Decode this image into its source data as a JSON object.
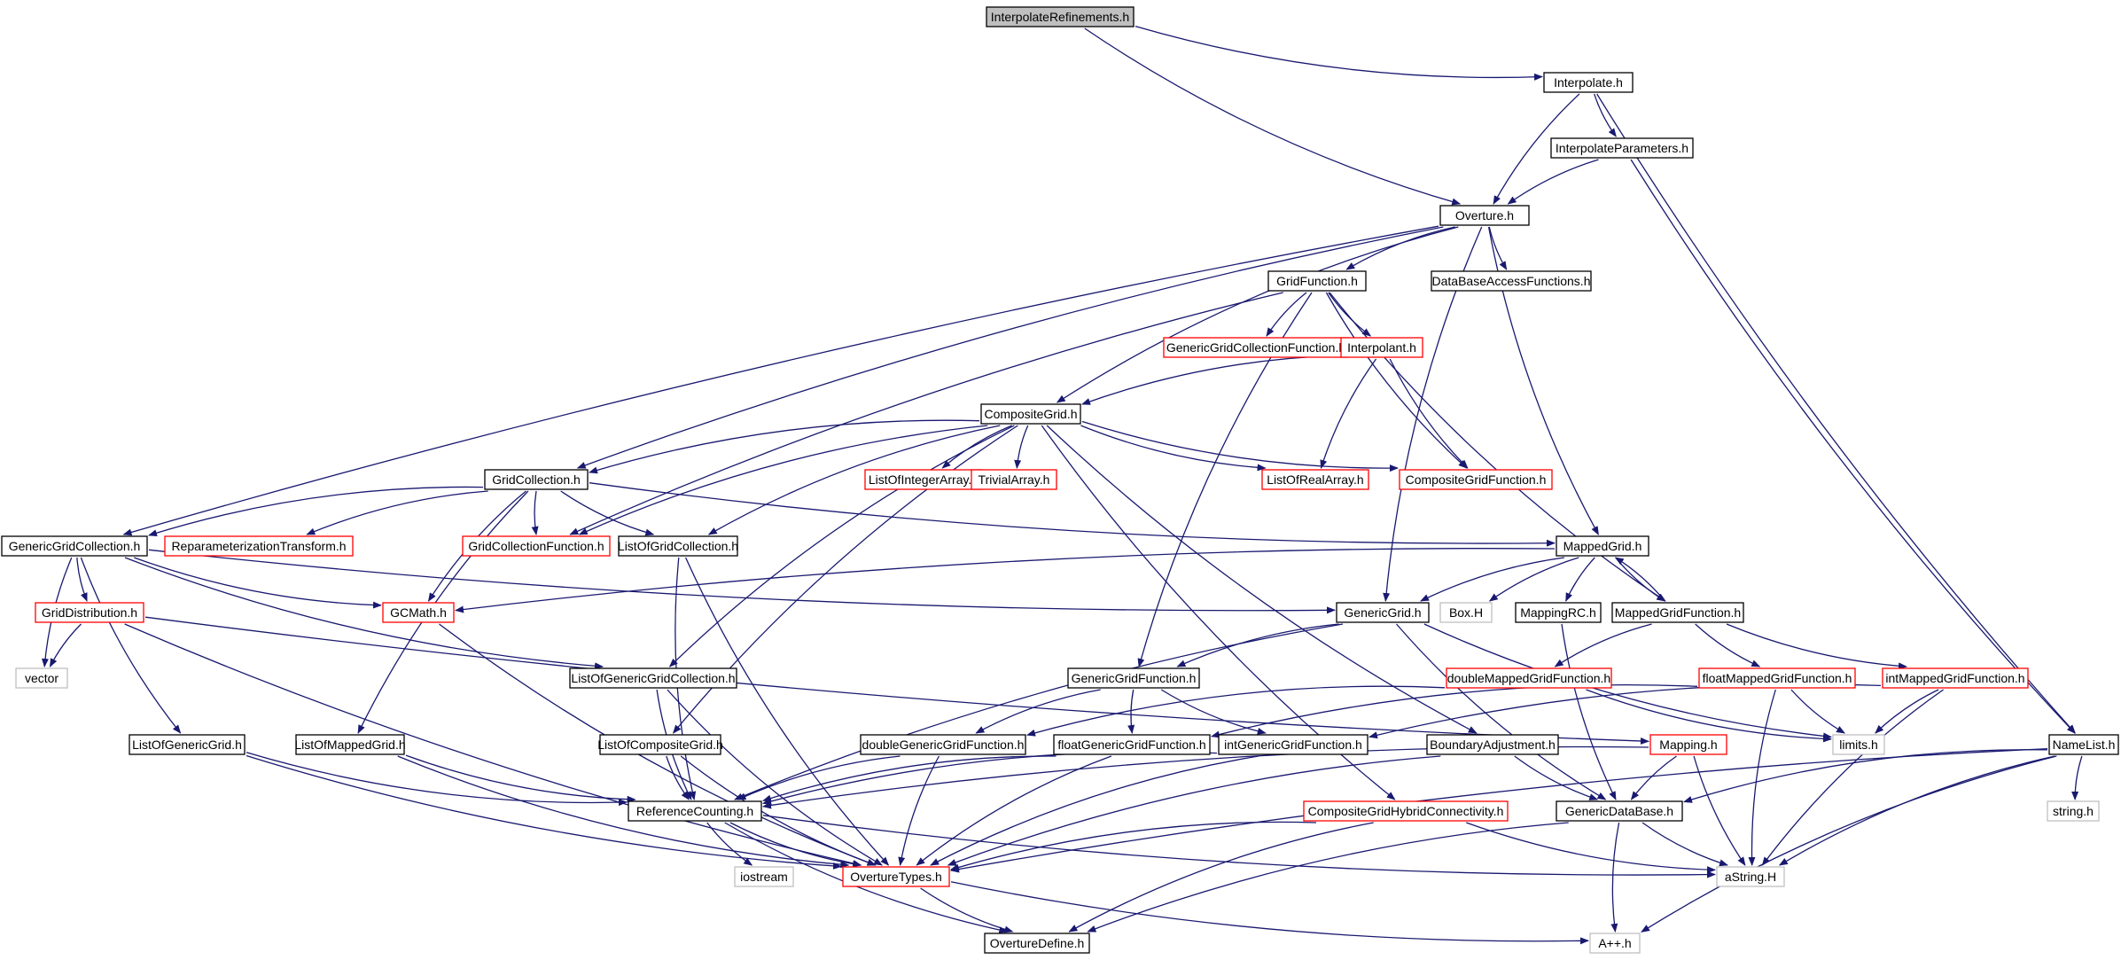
{
  "colors": {
    "edge": "#191970",
    "border_normal": "#000000",
    "border_truncated": "#ff0000",
    "border_external": "#bfbfbf",
    "fill_root": "#bfbfbf",
    "fill_normal": "#ffffff"
  },
  "nodes": {
    "interpolaterefinements": {
      "label": "InterpolateRefinements.h",
      "kind": "root"
    },
    "interpolate": {
      "label": "Interpolate.h",
      "kind": "normal"
    },
    "interpolateparameters": {
      "label": "InterpolateParameters.h",
      "kind": "normal"
    },
    "overture": {
      "label": "Overture.h",
      "kind": "normal"
    },
    "namelist": {
      "label": "NameList.h",
      "kind": "normal"
    },
    "gridfunction": {
      "label": "GridFunction.h",
      "kind": "normal"
    },
    "databaseaccess": {
      "label": "DataBaseAccessFunctions.h",
      "kind": "normal"
    },
    "genericgridcollectionfunction": {
      "label": "GenericGridCollectionFunction.h",
      "kind": "truncated"
    },
    "interpolant": {
      "label": "Interpolant.h",
      "kind": "truncated"
    },
    "compositegrid": {
      "label": "CompositeGrid.h",
      "kind": "normal"
    },
    "listofintegerarray": {
      "label": "ListOfIntegerArray.h",
      "kind": "truncated"
    },
    "trivialarray": {
      "label": "TrivialArray.h",
      "kind": "truncated"
    },
    "listofrealarray": {
      "label": "ListOfRealArray.h",
      "kind": "truncated"
    },
    "compositegridfunction": {
      "label": "CompositeGridFunction.h",
      "kind": "truncated"
    },
    "gridcollection": {
      "label": "GridCollection.h",
      "kind": "normal"
    },
    "genericgridcollection": {
      "label": "GenericGridCollection.h",
      "kind": "normal"
    },
    "reparameterization": {
      "label": "ReparameterizationTransform.h",
      "kind": "truncated"
    },
    "gridcollectionfunction": {
      "label": "GridCollectionFunction.h",
      "kind": "truncated"
    },
    "listofgridcollection": {
      "label": "ListOfGridCollection.h",
      "kind": "normal"
    },
    "mappedgrid": {
      "label": "MappedGrid.h",
      "kind": "normal"
    },
    "griddistribution": {
      "label": "GridDistribution.h",
      "kind": "truncated"
    },
    "gcmath": {
      "label": "GCMath.h",
      "kind": "truncated"
    },
    "genericgrid": {
      "label": "GenericGrid.h",
      "kind": "normal"
    },
    "box": {
      "label": "Box.H",
      "kind": "external"
    },
    "mappingrc": {
      "label": "MappingRC.h",
      "kind": "normal"
    },
    "mappedgridfunction": {
      "label": "MappedGridFunction.h",
      "kind": "normal"
    },
    "vector": {
      "label": "vector",
      "kind": "external"
    },
    "listofgenericgridcollection": {
      "label": "ListOfGenericGridCollection.h",
      "kind": "normal"
    },
    "genericgridfunction": {
      "label": "GenericGridFunction.h",
      "kind": "normal"
    },
    "doublemappedgridfunction": {
      "label": "doubleMappedGridFunction.h",
      "kind": "truncated"
    },
    "floatmappedgridfunction": {
      "label": "floatMappedGridFunction.h",
      "kind": "truncated"
    },
    "intmappedgridfunction": {
      "label": "intMappedGridFunction.h",
      "kind": "truncated"
    },
    "listofgenericgrid": {
      "label": "ListOfGenericGrid.h",
      "kind": "normal"
    },
    "listofmappedgrid": {
      "label": "ListOfMappedGrid.h",
      "kind": "normal"
    },
    "listofcompositegrid": {
      "label": "ListOfCompositeGrid.h",
      "kind": "normal"
    },
    "doublegenericgridfunction": {
      "label": "doubleGenericGridFunction.h",
      "kind": "normal"
    },
    "floatgenericgridfunction": {
      "label": "floatGenericGridFunction.h",
      "kind": "normal"
    },
    "intgenericgridfunction": {
      "label": "intGenericGridFunction.h",
      "kind": "normal"
    },
    "boundaryadjustment": {
      "label": "BoundaryAdjustment.h",
      "kind": "normal"
    },
    "mapping": {
      "label": "Mapping.h",
      "kind": "truncated"
    },
    "limits": {
      "label": "limits.h",
      "kind": "external"
    },
    "referencecounting": {
      "label": "ReferenceCounting.h",
      "kind": "normal"
    },
    "compositegridhybrid": {
      "label": "CompositeGridHybridConnectivity.h",
      "kind": "truncated"
    },
    "genericdatabase": {
      "label": "GenericDataBase.h",
      "kind": "normal"
    },
    "string": {
      "label": "string.h",
      "kind": "external"
    },
    "iostream": {
      "label": "iostream",
      "kind": "external"
    },
    "overturetypes": {
      "label": "OvertureTypes.h",
      "kind": "truncated"
    },
    "astring": {
      "label": "aString.H",
      "kind": "external"
    },
    "overturedefine": {
      "label": "OvertureDefine.h",
      "kind": "normal"
    },
    "app": {
      "label": "A++.h",
      "kind": "external"
    }
  },
  "edges": [
    [
      "interpolaterefinements",
      "interpolate"
    ],
    [
      "interpolaterefinements",
      "overture"
    ],
    [
      "interpolate",
      "interpolateparameters"
    ],
    [
      "interpolate",
      "overture"
    ],
    [
      "interpolate",
      "namelist"
    ],
    [
      "interpolateparameters",
      "overture"
    ],
    [
      "interpolateparameters",
      "namelist"
    ],
    [
      "overture",
      "gridfunction"
    ],
    [
      "overture",
      "databaseaccess"
    ],
    [
      "overture",
      "compositegrid"
    ],
    [
      "overture",
      "gridcollection"
    ],
    [
      "overture",
      "genericgridcollection"
    ],
    [
      "overture",
      "mappedgrid"
    ],
    [
      "overture",
      "genericgrid"
    ],
    [
      "gridfunction",
      "genericgridcollectionfunction"
    ],
    [
      "gridfunction",
      "interpolant"
    ],
    [
      "gridfunction",
      "compositegridfunction"
    ],
    [
      "gridfunction",
      "gridcollectionfunction"
    ],
    [
      "gridfunction",
      "genericgridfunction"
    ],
    [
      "gridfunction",
      "mappedgridfunction"
    ],
    [
      "interpolant",
      "compositegrid"
    ],
    [
      "interpolant",
      "listofrealarray"
    ],
    [
      "interpolant",
      "compositegridfunction"
    ],
    [
      "compositegrid",
      "gridcollection"
    ],
    [
      "compositegrid",
      "listofintegerarray"
    ],
    [
      "compositegrid",
      "trivialarray"
    ],
    [
      "compositegrid",
      "listofrealarray"
    ],
    [
      "compositegrid",
      "compositegridfunction"
    ],
    [
      "compositegrid",
      "listofgridcollection"
    ],
    [
      "compositegrid",
      "gridcollectionfunction"
    ],
    [
      "compositegrid",
      "listofgenericgridcollection"
    ],
    [
      "compositegrid",
      "listofcompositegrid"
    ],
    [
      "compositegrid",
      "boundaryadjustment"
    ],
    [
      "compositegrid",
      "compositegridhybrid"
    ],
    [
      "gridcollection",
      "genericgridcollection"
    ],
    [
      "gridcollection",
      "reparameterization"
    ],
    [
      "gridcollection",
      "gridcollectionfunction"
    ],
    [
      "gridcollection",
      "listofgridcollection"
    ],
    [
      "gridcollection",
      "mappedgrid"
    ],
    [
      "gridcollection",
      "gcmath"
    ],
    [
      "gridcollection",
      "listofmappedgrid"
    ],
    [
      "genericgridcollection",
      "griddistribution"
    ],
    [
      "genericgridcollection",
      "gcmath"
    ],
    [
      "genericgridcollection",
      "genericgrid"
    ],
    [
      "genericgridcollection",
      "vector"
    ],
    [
      "genericgridcollection",
      "listofgenericgridcollection"
    ],
    [
      "genericgridcollection",
      "listofgenericgrid"
    ],
    [
      "listofgridcollection",
      "referencecounting"
    ],
    [
      "listofgridcollection",
      "overturetypes"
    ],
    [
      "mappedgrid",
      "gcmath"
    ],
    [
      "mappedgrid",
      "genericgrid"
    ],
    [
      "mappedgrid",
      "box"
    ],
    [
      "mappedgrid",
      "mappingrc"
    ],
    [
      "mappedgrid",
      "mappedgridfunction"
    ],
    [
      "mappedgridfunction",
      "mappedgrid"
    ],
    [
      "mappedgridfunction",
      "doublemappedgridfunction"
    ],
    [
      "mappedgridfunction",
      "floatmappedgridfunction"
    ],
    [
      "mappedgridfunction",
      "intmappedgridfunction"
    ],
    [
      "griddistribution",
      "vector"
    ],
    [
      "griddistribution",
      "overturetypes"
    ],
    [
      "griddistribution",
      "mapping"
    ],
    [
      "gcmath",
      "overturetypes"
    ],
    [
      "genericgrid",
      "genericgridfunction"
    ],
    [
      "genericgrid",
      "referencecounting"
    ],
    [
      "genericgrid",
      "genericdatabase"
    ],
    [
      "genericgrid",
      "limits"
    ],
    [
      "mappingrc",
      "genericdatabase"
    ],
    [
      "listofgenericgridcollection",
      "referencecounting"
    ],
    [
      "listofgenericgridcollection",
      "overturetypes"
    ],
    [
      "genericgridfunction",
      "doublegenericgridfunction"
    ],
    [
      "genericgridfunction",
      "floatgenericgridfunction"
    ],
    [
      "genericgridfunction",
      "intgenericgridfunction"
    ],
    [
      "doublemappedgridfunction",
      "doublegenericgridfunction"
    ],
    [
      "doublemappedgridfunction",
      "limits"
    ],
    [
      "floatmappedgridfunction",
      "floatgenericgridfunction"
    ],
    [
      "floatmappedgridfunction",
      "limits"
    ],
    [
      "floatmappedgridfunction",
      "astring"
    ],
    [
      "intmappedgridfunction",
      "intgenericgridfunction"
    ],
    [
      "intmappedgridfunction",
      "limits"
    ],
    [
      "intmappedgridfunction",
      "astring"
    ],
    [
      "listofgenericgrid",
      "referencecounting"
    ],
    [
      "listofgenericgrid",
      "overturetypes"
    ],
    [
      "listofmappedgrid",
      "referencecounting"
    ],
    [
      "listofmappedgrid",
      "overturetypes"
    ],
    [
      "listofcompositegrid",
      "referencecounting"
    ],
    [
      "listofcompositegrid",
      "overturetypes"
    ],
    [
      "doublegenericgridfunction",
      "referencecounting"
    ],
    [
      "doublegenericgridfunction",
      "overturetypes"
    ],
    [
      "floatgenericgridfunction",
      "referencecounting"
    ],
    [
      "floatgenericgridfunction",
      "overturetypes"
    ],
    [
      "intgenericgridfunction",
      "referencecounting"
    ],
    [
      "intgenericgridfunction",
      "overturetypes"
    ],
    [
      "boundaryadjustment",
      "genericdatabase"
    ],
    [
      "boundaryadjustment",
      "overturetypes"
    ],
    [
      "mapping",
      "referencecounting"
    ],
    [
      "mapping",
      "genericdatabase"
    ],
    [
      "mapping",
      "astring"
    ],
    [
      "referencecounting",
      "iostream"
    ],
    [
      "referencecounting",
      "overturetypes"
    ],
    [
      "referencecounting",
      "overturedefine"
    ],
    [
      "referencecounting",
      "astring"
    ],
    [
      "compositegridhybrid",
      "overturetypes"
    ],
    [
      "compositegridhybrid",
      "overturedefine"
    ],
    [
      "compositegridhybrid",
      "astring"
    ],
    [
      "genericdatabase",
      "astring"
    ],
    [
      "genericdatabase",
      "app"
    ],
    [
      "genericdatabase",
      "overturedefine"
    ],
    [
      "namelist",
      "genericdatabase"
    ],
    [
      "namelist",
      "string"
    ],
    [
      "namelist",
      "astring"
    ],
    [
      "namelist",
      "overturetypes"
    ],
    [
      "namelist",
      "app"
    ],
    [
      "overturetypes",
      "overturedefine"
    ],
    [
      "overturetypes",
      "app"
    ]
  ]
}
